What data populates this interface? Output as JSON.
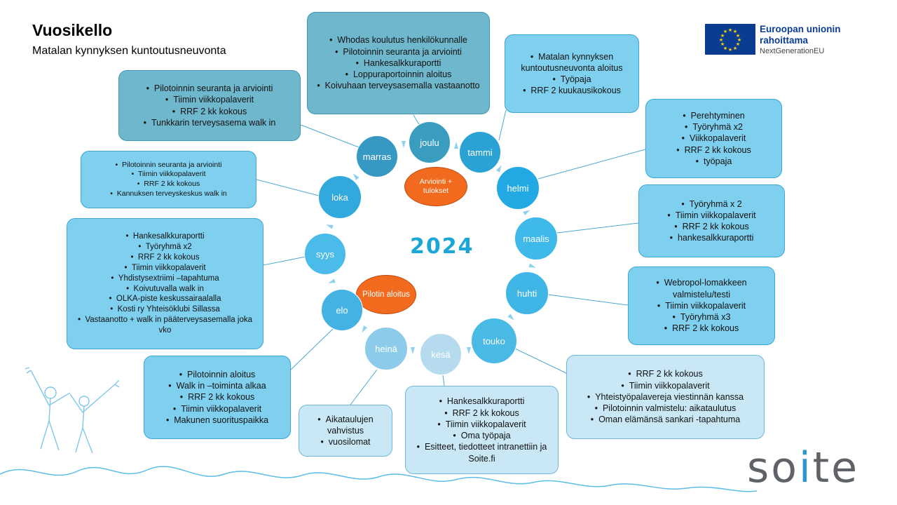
{
  "header": {
    "title": "Vuosikello",
    "subtitle": "Matalan kynnyksen kuntoutusneuvonta"
  },
  "eu_logo": {
    "line1": "Euroopan unionin",
    "line2": "rahoittama",
    "line3": "NextGenerationEU",
    "flag_icon": "eu-flag-icon",
    "color": "#0a3d91"
  },
  "soite_logo": {
    "text_part1": "so",
    "text_i": "i",
    "text_part2": "te",
    "color": "#5f6368",
    "accent": "#2a97d3"
  },
  "year": "2024",
  "center_labels": {
    "evaluation": [
      "Arviointi +",
      "tulokset"
    ],
    "pilot_start": "Pilotin aloitus"
  },
  "colors": {
    "dark_box": "#6fb7cc",
    "mid_box": "#7fd0ef",
    "light_box": "#c9e7f5",
    "orange": "#f16a1d",
    "year_text": "#1aa6d6"
  },
  "months": [
    {
      "id": "joulu",
      "label": "joulu",
      "color": "#3a9dc0"
    },
    {
      "id": "tammi",
      "label": "tammi",
      "color": "#2aa3d4"
    },
    {
      "id": "helmi",
      "label": "helmi",
      "color": "#22a9e3"
    },
    {
      "id": "maalis",
      "label": "maalis",
      "color": "#3fb8ea"
    },
    {
      "id": "huhti",
      "label": "huhti",
      "color": "#40b6e6"
    },
    {
      "id": "touko",
      "label": "touko",
      "color": "#49b9e6"
    },
    {
      "id": "kesa",
      "label": "kesä",
      "color": "#b6dbef"
    },
    {
      "id": "heina",
      "label": "heinä",
      "color": "#8ccbea"
    },
    {
      "id": "elo",
      "label": "elo",
      "color": "#44b3e4"
    },
    {
      "id": "syys",
      "label": "syys",
      "color": "#4bbbe9"
    },
    {
      "id": "loka",
      "label": "loka",
      "color": "#31a9dd"
    },
    {
      "id": "marras",
      "label": "marras",
      "color": "#3599c3"
    }
  ],
  "boxes": {
    "joulu": [
      "Whodas koulutus henkilökunnalle",
      "Pilotoinnin seuranta ja arviointi",
      "Hankesalkkuraportti",
      "Loppuraportoinnin aloitus",
      "Koivuhaan terveysasemalla vastaanotto"
    ],
    "tammi": [
      "Matalan kynnyksen kuntoutusneuvonta aloitus",
      "Työpaja",
      "RRF 2 kuukausikokous"
    ],
    "helmi": [
      "Perehtyminen",
      "Työryhmä x2",
      "Viikkopalaverit",
      "RRF 2 kk kokous",
      "työpaja"
    ],
    "maalis": [
      "Työryhmä x 2",
      "Tiimin viikkopalaverit",
      "RRF 2 kk kokous",
      "hankesalkkuraportti"
    ],
    "huhti": [
      "Webropol-lomakkeen valmistelu/testi",
      "Tiimin viikkopalaverit",
      "Työryhmä x3",
      "RRF 2 kk kokous"
    ],
    "touko": [
      "RRF 2 kk kokous",
      "Tiimin viikkopalaverit",
      "Yhteistyöpalavereja viestinnän kanssa",
      "Pilotoinnin valmistelu: aikataulutus",
      "Oman elämänsä sankari -tapahtuma"
    ],
    "kesa": [
      "Hankesalkkuraportti",
      "RRF 2 kk kokous",
      "Tiimin viikkopalaverit",
      "Oma työpaja",
      "Esitteet, tiedotteet intranettiin ja Soite.fi"
    ],
    "heina": [
      "Aikataulujen vahvistus",
      "vuosilomat"
    ],
    "elo": [
      "Pilotoinnin aloitus",
      "Walk in –toiminta alkaa",
      "RRF 2 kk kokous",
      "Tiimin viikkopalaverit",
      "Makunen suorituspaikka"
    ],
    "syys": [
      "Hankesalkkuraportti",
      "Työryhmä x2",
      "RRF 2 kk kokous",
      "Tiimin viikkopalaverit",
      "Yhdistysextriimi –tapahtuma",
      "Koivutuvalla walk in",
      "OLKA-piste keskussairaalalla",
      "Kosti ry Yhteisöklubi Sillassa",
      "Vastaanotto + walk in pääterveysasemalla joka vko"
    ],
    "loka": [
      "Pilotoinnin seuranta ja arviointi",
      "Tiimin viikkopalaverit",
      "RRF 2 kk kokous",
      "Kannuksen terveyskeskus  walk in"
    ],
    "marras": [
      "Pilotoinnin seuranta ja arviointi",
      "Tiimin viikkopalaverit",
      "RRF 2 kk kokous",
      "Tunkkarin terveysasema walk in"
    ]
  }
}
